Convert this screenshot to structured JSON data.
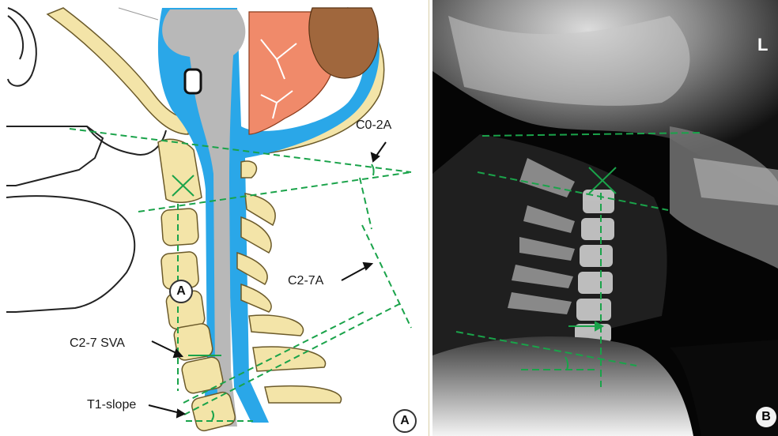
{
  "panel_a": {
    "labels": {
      "c02a": "C0-2A",
      "c27a": "C2-7A",
      "c27sva": "C2-7 SVA",
      "t1slope": "T1-slope"
    },
    "marker_axis": "A",
    "panel_marker": "A"
  },
  "panel_b": {
    "side_marker": "L",
    "panel_marker": "B"
  },
  "colors": {
    "bone": "#f3e4a8",
    "csf": "#2aa7e8",
    "cord": "#b8b8b8",
    "cerebellum": "#f08a6a",
    "brainstem_dark": "#a0673d",
    "measure_line": "#1aa34a"
  }
}
